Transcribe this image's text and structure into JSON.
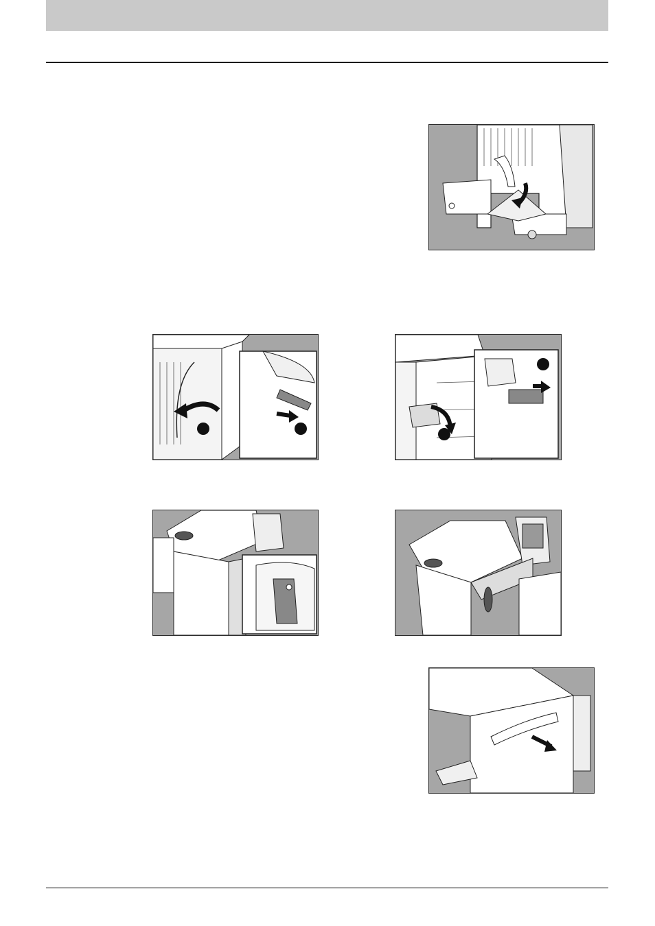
{
  "page": {
    "header_band": "",
    "figures": [
      {
        "id": "fig-1",
        "subject": "finisher-lower-paper-guide",
        "arrow": "pull-down"
      },
      {
        "id": "fig-2",
        "subject": "front-cover-open",
        "markers": 2
      },
      {
        "id": "fig-3",
        "subject": "unit-drawer-pull",
        "markers": 2
      },
      {
        "id": "fig-4",
        "subject": "bridge-unit-lever-inset"
      },
      {
        "id": "fig-5",
        "subject": "bridge-unit-cover"
      },
      {
        "id": "fig-6",
        "subject": "remove-jammed-paper",
        "arrow": "pull-out"
      }
    ]
  },
  "colors": {
    "figure_bg": "#a6a6a6",
    "machine_fill": "#ffffff",
    "line": "#222222",
    "header_band": "#c9c9c9"
  }
}
